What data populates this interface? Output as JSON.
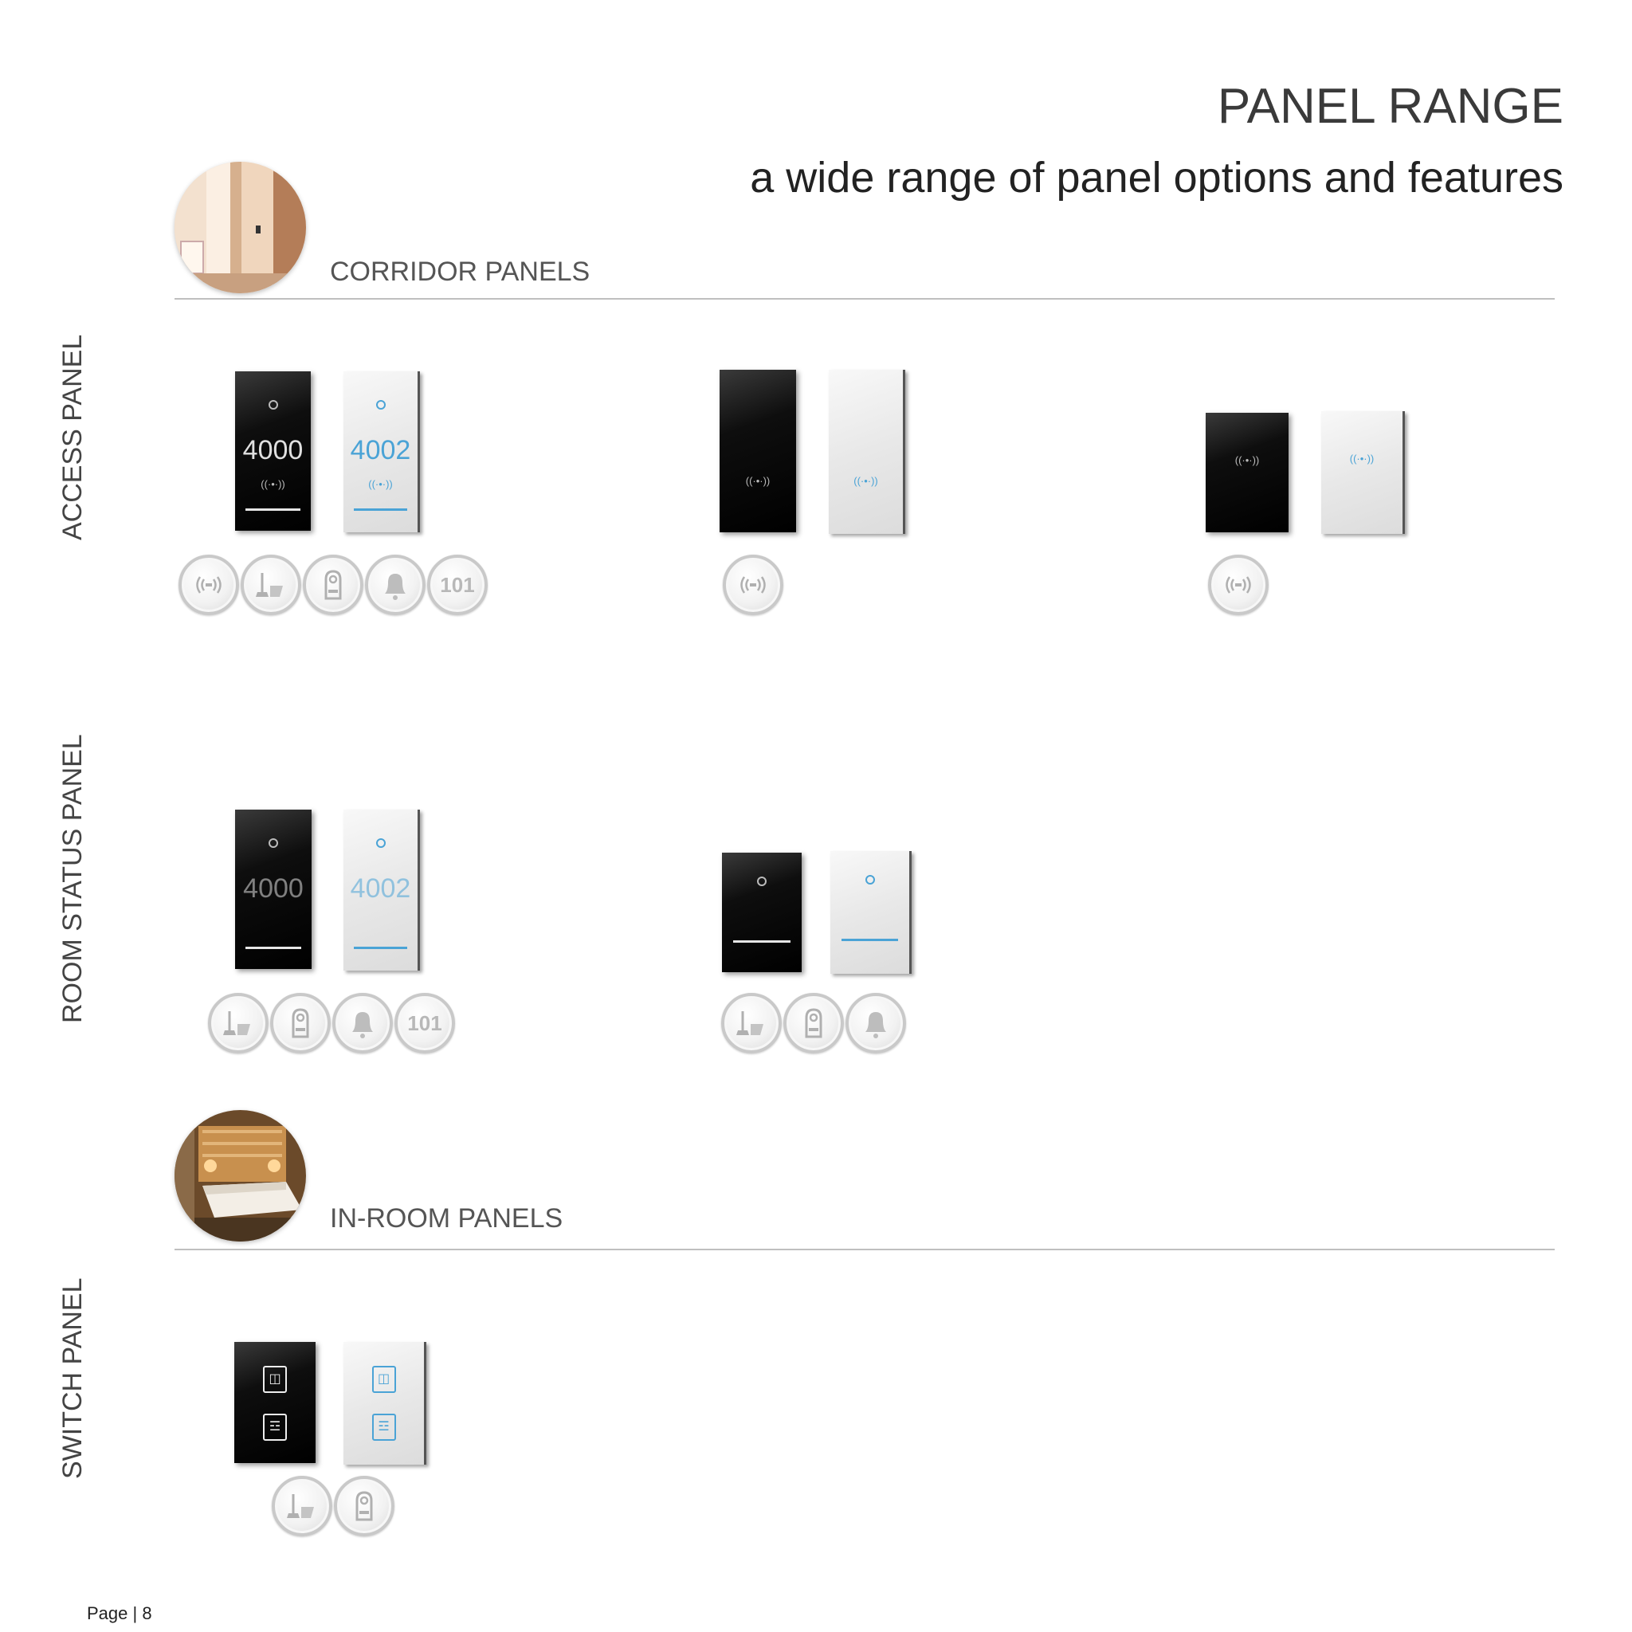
{
  "header": {
    "title": "PANEL RANGE",
    "subtitle": "a wide range of panel options and features"
  },
  "sections": {
    "corridor": {
      "label": "CORRIDOR PANELS",
      "photo_icon": "corridor-photo"
    },
    "in_room": {
      "label": "IN-ROOM PANELS",
      "photo_icon": "bedroom-photo"
    }
  },
  "rows": {
    "access": {
      "label": "ACCESS PANEL"
    },
    "room_status": {
      "label": "ROOM STATUS PANEL"
    },
    "switch": {
      "label": "SWITCH PANEL"
    }
  },
  "panels": {
    "access_1_black_number": "4000",
    "access_1_white_number": "4002",
    "status_1_black_number": "4000",
    "status_1_white_number": "4002",
    "rfid_glyph": "((·•·))",
    "room_number_icon_text": "101"
  },
  "footer": {
    "page": "Page | 8"
  },
  "colors": {
    "accent_blue": "#4aa3d6",
    "rule": "#bfbfbf"
  }
}
